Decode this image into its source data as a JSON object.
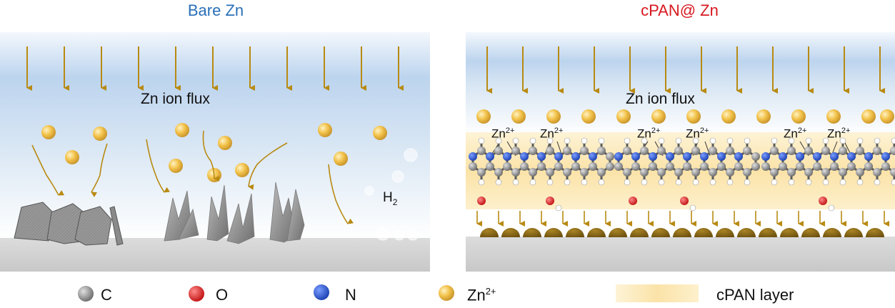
{
  "titles": {
    "left": "Bare Zn",
    "right": "cPAN@ Zn"
  },
  "flux_label": "Zn ion flux",
  "zn_ion_label": {
    "base": "Zn",
    "charge": "2+"
  },
  "h2_label": {
    "base": "H",
    "sub": "2"
  },
  "legend": {
    "carbon": {
      "label": "C",
      "color": "#8c8c8c"
    },
    "oxygen": {
      "label": "O",
      "color": "#e21b1b"
    },
    "nitrogen": {
      "label": "N",
      "color": "#1f4fc9"
    },
    "zinc_ion": {
      "base": "Zn",
      "charge": "2+",
      "color": "#f2c24a"
    },
    "cpan_layer": {
      "label": "cPAN layer",
      "color": "#fbe6b0"
    }
  },
  "colors": {
    "arrow": "#b88a12",
    "electrolyte_top": "#bcd4ee",
    "substrate": "#d3d3d3",
    "deposit": "#7a5a10",
    "dendrite": "#9a9a9a"
  }
}
